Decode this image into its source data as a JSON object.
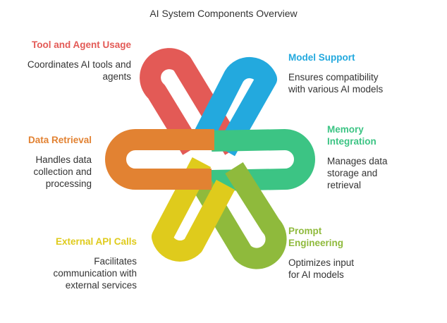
{
  "title": "AI System Components Overview",
  "components": [
    {
      "id": "tool",
      "heading": "Tool and Agent Usage",
      "description": "Coordinates AI tools and agents",
      "color": "#e35a56"
    },
    {
      "id": "model",
      "heading": "Model Support",
      "description": "Ensures compatibility with various AI models",
      "color": "#23a9de"
    },
    {
      "id": "memory",
      "heading": "Memory Integration",
      "description": "Manages data storage and retrieval",
      "color": "#3cc484"
    },
    {
      "id": "prompt",
      "heading": "Prompt Engineering",
      "description": "Optimizes input for AI models",
      "color": "#8fba3c"
    },
    {
      "id": "api",
      "heading": "External API Calls",
      "description": "Facilitates communication with external services",
      "color": "#dfcb1c"
    },
    {
      "id": "data",
      "heading": "Data Retrieval",
      "description": "Handles data collection and processing",
      "color": "#e28232"
    }
  ]
}
